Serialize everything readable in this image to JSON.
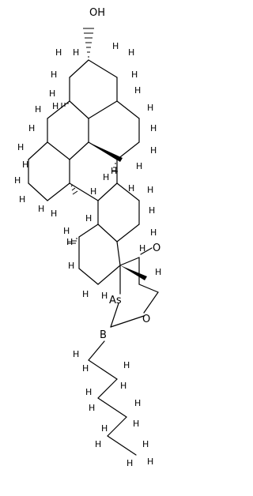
{
  "molecule": {
    "atoms": {
      "hydroxyl": "OH",
      "carbonyl_oxygen": "O",
      "ring_oxygen": "O",
      "boron": "B",
      "arsenic": "As"
    },
    "hydrogen_label": "H"
  }
}
